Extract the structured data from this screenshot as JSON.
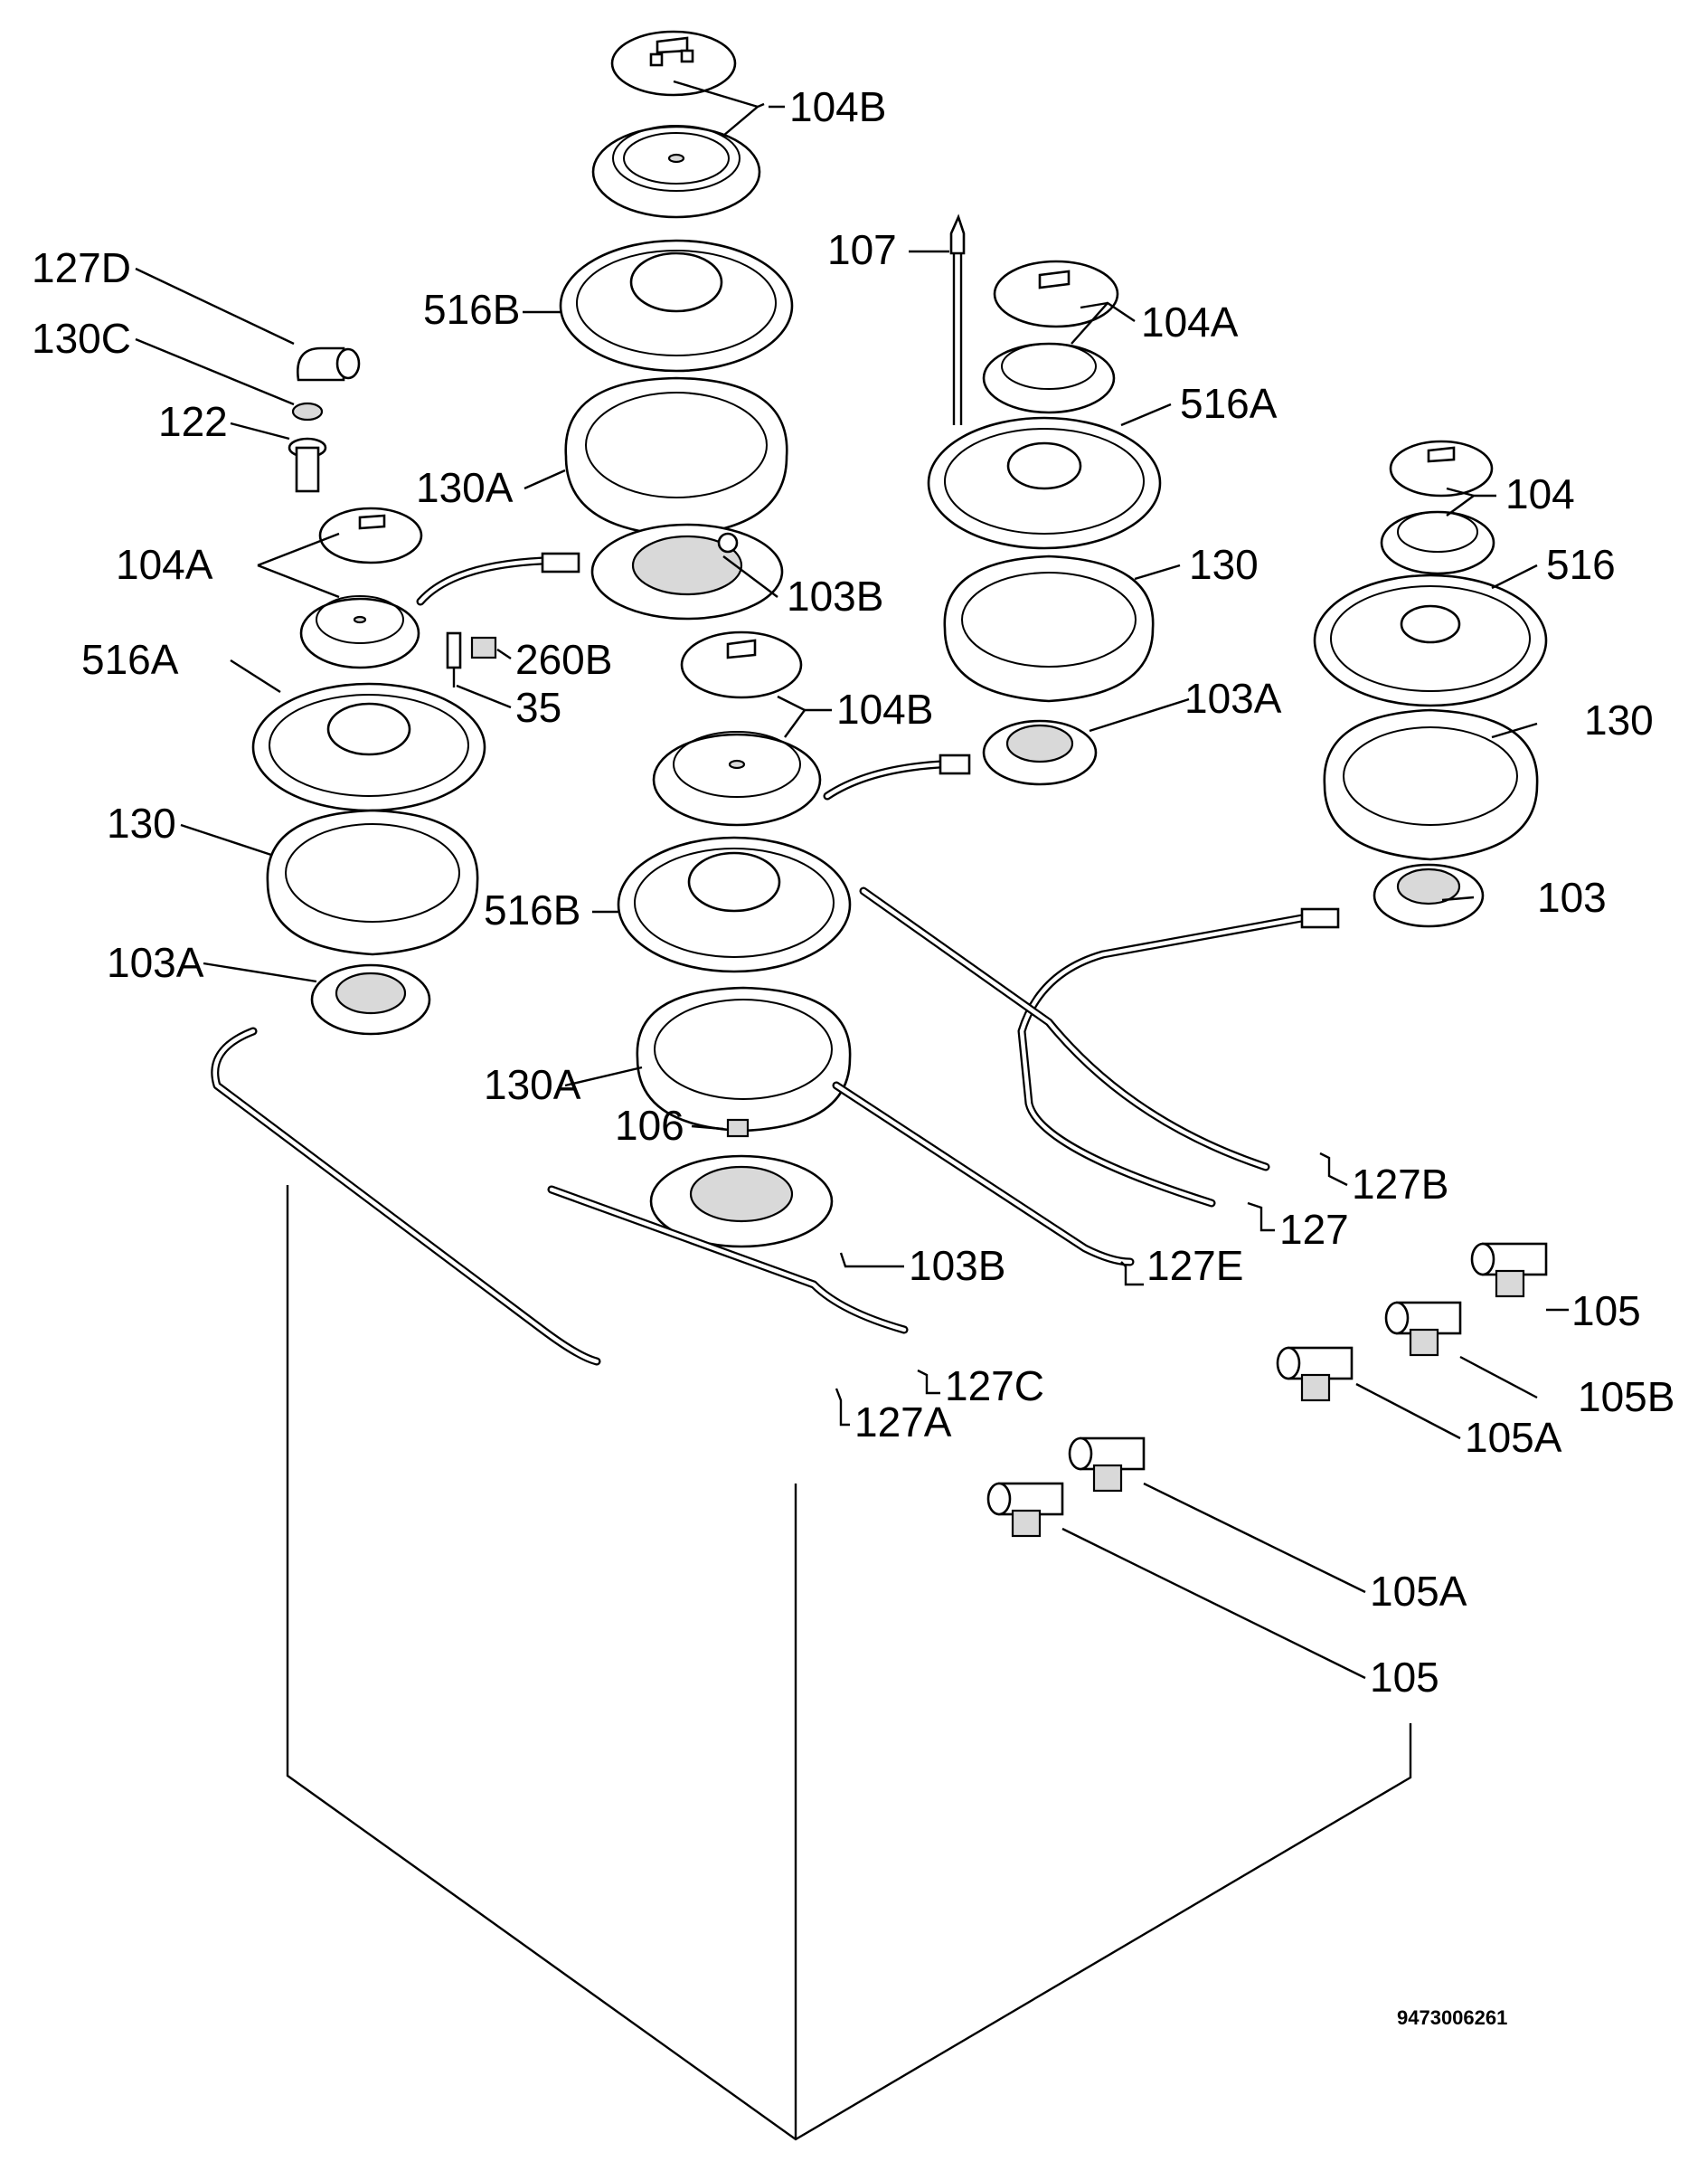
{
  "drawing_code": "9473006261",
  "labels": {
    "l104b_top": {
      "num": "104",
      "sfx": "B"
    },
    "l107": {
      "num": "107",
      "sfx": ""
    },
    "l127d": {
      "num": "127",
      "sfx": "D"
    },
    "l104a_r": {
      "num": "104",
      "sfx": "A"
    },
    "l130c": {
      "num": "130",
      "sfx": "C"
    },
    "l516b_top": {
      "num": "516",
      "sfx": "B"
    },
    "l516a_r": {
      "num": "516",
      "sfx": "A"
    },
    "l122": {
      "num": "122",
      "sfx": ""
    },
    "l130a_top": {
      "num": "130",
      "sfx": "A"
    },
    "l104_fr": {
      "num": "104",
      "sfx": ""
    },
    "l104a_l": {
      "num": "104",
      "sfx": "A"
    },
    "l103b_top": {
      "num": "103",
      "sfx": "B"
    },
    "l130_mr": {
      "num": "130",
      "sfx": ""
    },
    "l516_fr": {
      "num": "516",
      "sfx": ""
    },
    "l516a_l": {
      "num": "516",
      "sfx": "A"
    },
    "l260b": {
      "num": "260",
      "sfx": "B"
    },
    "l35": {
      "num": "35",
      "sfx": ""
    },
    "l103a_r": {
      "num": "103",
      "sfx": "A"
    },
    "l104b_c": {
      "num": "104",
      "sfx": "B"
    },
    "l130_fr": {
      "num": "130",
      "sfx": ""
    },
    "l130_l": {
      "num": "130",
      "sfx": ""
    },
    "l516b_c": {
      "num": "516",
      "sfx": "B"
    },
    "l103_fr": {
      "num": "103",
      "sfx": ""
    },
    "l103a_l": {
      "num": "103",
      "sfx": "A"
    },
    "l130a_c": {
      "num": "130",
      "sfx": "A"
    },
    "l106": {
      "num": "106",
      "sfx": ""
    },
    "l127b": {
      "num": "127",
      "sfx": "B"
    },
    "l127": {
      "num": "127",
      "sfx": ""
    },
    "l103b_c": {
      "num": "103",
      "sfx": "B"
    },
    "l127e": {
      "num": "127",
      "sfx": "E"
    },
    "l105_1": {
      "num": "105",
      "sfx": ""
    },
    "l127c": {
      "num": "127",
      "sfx": "C"
    },
    "l105b": {
      "num": "105",
      "sfx": "B"
    },
    "l127a": {
      "num": "127",
      "sfx": "A"
    },
    "l105a_1": {
      "num": "105",
      "sfx": "A"
    },
    "l105a_2": {
      "num": "105",
      "sfx": "A"
    },
    "l105_2": {
      "num": "105",
      "sfx": ""
    }
  }
}
